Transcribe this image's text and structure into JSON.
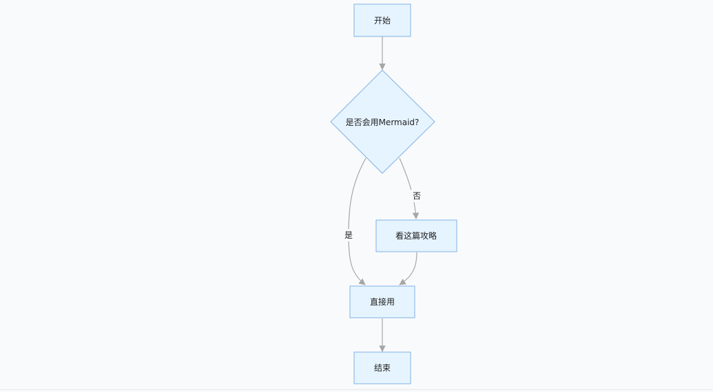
{
  "flowchart": {
    "nodes": {
      "start": "开始",
      "decision": "是否会用Mermaid?",
      "read_guide": "看这篇攻略",
      "use_directly": "直接用",
      "end": "结束"
    },
    "edges": {
      "yes_label": "是",
      "no_label": "否"
    }
  },
  "colors": {
    "node_fill": "#e6f4ff",
    "node_stroke": "#7fb2e5",
    "edge_stroke": "#a6a6a6",
    "background": "#f9fafb"
  }
}
